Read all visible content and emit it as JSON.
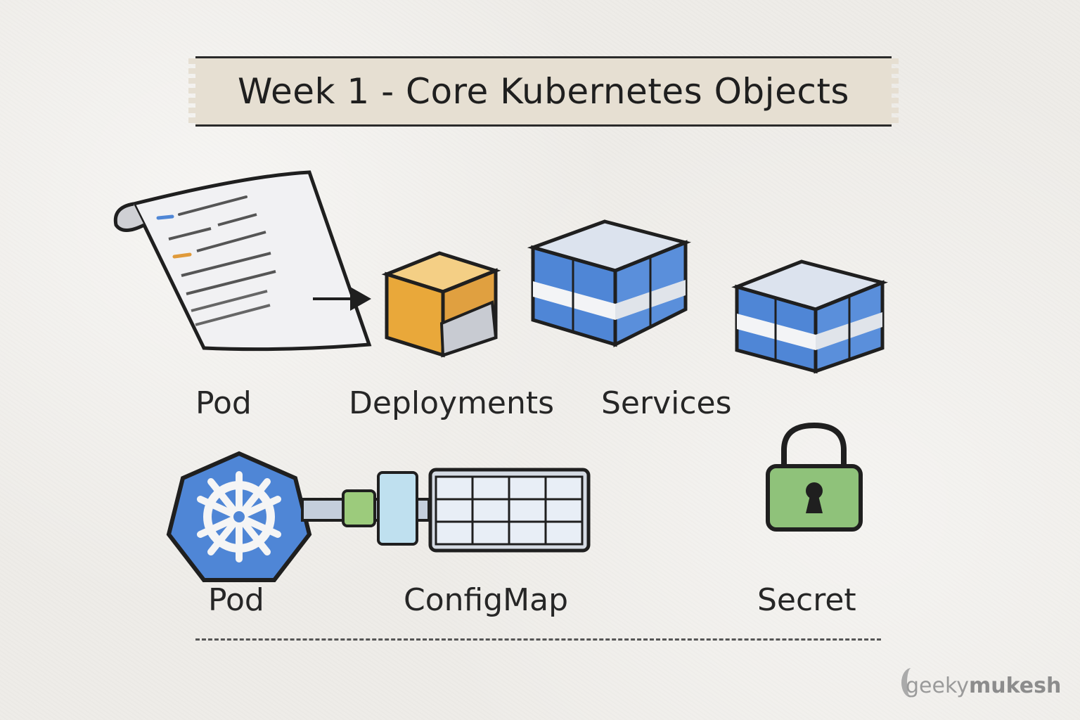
{
  "title": "Week 1 - Core Kubernetes Objects",
  "top_row": {
    "labels": [
      "Pod",
      "Deployments",
      "Services"
    ],
    "icons": [
      "yaml-manifest-icon",
      "deployment-box-icon",
      "service-cube-icon",
      "service-cube-small-icon"
    ]
  },
  "bottom_row": {
    "labels": [
      "Pod",
      "ConfigMap",
      "Secret"
    ],
    "icons": [
      "kubernetes-helm-icon",
      "configmap-table-icon",
      "padlock-icon"
    ]
  },
  "brand": {
    "light": "geeky",
    "bold": "mukesh"
  },
  "colors": {
    "blue": "#4f86d6",
    "orange": "#e9a83a",
    "green": "#8fc27a",
    "ink": "#1f1f1f",
    "banner": "#e6dfd2"
  }
}
